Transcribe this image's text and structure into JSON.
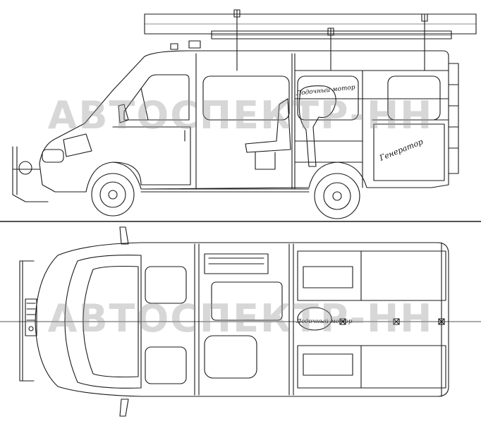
{
  "watermark": {
    "text": "АВТОСПЕКТР-НН"
  },
  "labels": {
    "boat_motor": "Лодочный мотор",
    "generator": "Генератор"
  },
  "colors": {
    "line": "#1a1a1a",
    "watermark": "#969696"
  }
}
